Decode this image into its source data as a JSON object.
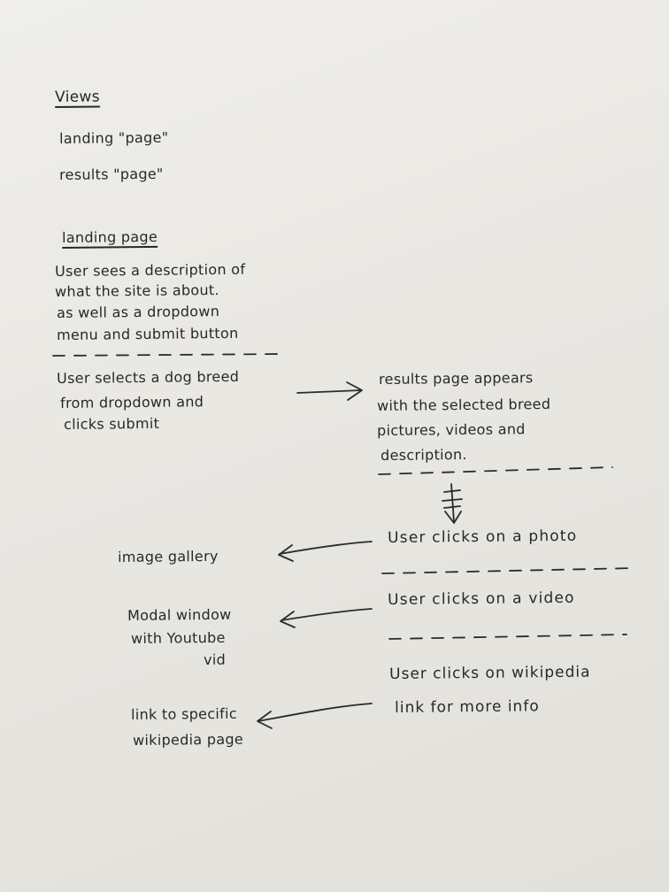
{
  "views": {
    "heading": "Views",
    "items": [
      "landing \"page\"",
      "results \"page\""
    ]
  },
  "landing": {
    "heading": "landing page",
    "desc_lines": [
      "User sees a description of",
      "what the site is about.",
      "as well as a dropdown",
      "menu and submit button"
    ],
    "action_lines": [
      "User selects a dog breed",
      "from dropdown and",
      "clicks submit"
    ]
  },
  "results": {
    "lines": [
      "results page appears",
      "with the selected breed",
      "pictures, videos and",
      "description."
    ]
  },
  "flows": [
    {
      "trigger": "User clicks on a photo",
      "outcome_lines": [
        "image gallery"
      ]
    },
    {
      "trigger": "User clicks on a video",
      "outcome_lines": [
        "Modal window",
        "with Youtube",
        "vid"
      ]
    },
    {
      "trigger_lines": [
        "User clicks on wikipedia",
        "link for more info"
      ],
      "outcome_lines": [
        "link to specific",
        "wikipedia page"
      ]
    }
  ],
  "colors": {
    "ink": "#2a2a30",
    "paper": "#ecebe7"
  }
}
